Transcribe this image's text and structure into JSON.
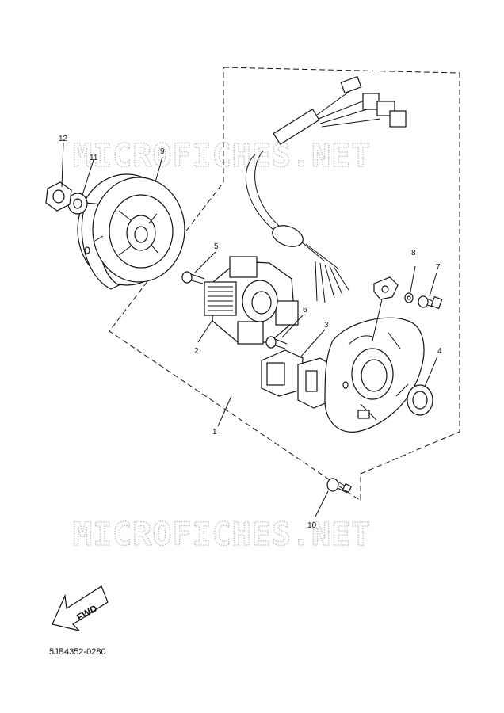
{
  "watermark": {
    "text_top": "MICROFICHES.NET",
    "text_bottom": "MICROFICHES.NET"
  },
  "callouts": {
    "c1": "1",
    "c2": "2",
    "c3": "3",
    "c4": "4",
    "c5": "5",
    "c6": "6",
    "c7": "7",
    "c8": "8",
    "c9": "9",
    "c10": "10",
    "c11": "11",
    "c12": "12"
  },
  "fwd_label": "FWD",
  "diagram_code": "5JB4352-0280"
}
